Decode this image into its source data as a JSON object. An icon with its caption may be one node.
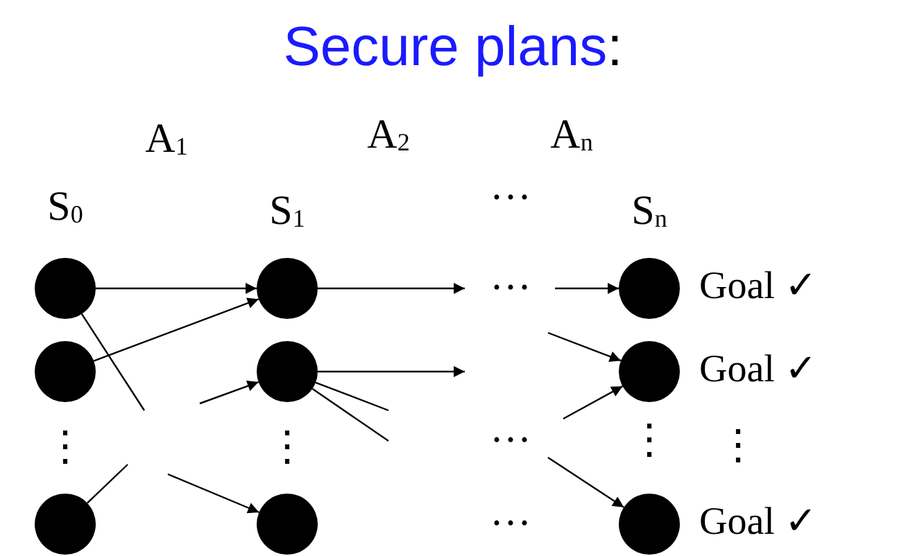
{
  "diagram": {
    "title": "Secure plans:",
    "nodes": [
      {
        "text": [],
        "shape": "circle"
      },
      {
        "text": [],
        "shape": "circle"
      },
      {
        "text": [],
        "shape": "circle"
      },
      {
        "text": [],
        "shape": "circle"
      },
      {
        "text": [],
        "shape": "circle"
      },
      {
        "text": [],
        "shape": "circle"
      },
      {
        "text": [],
        "shape": "circle",
        "beside": [
          "Goal ✓"
        ]
      },
      {
        "text": [],
        "shape": "circle",
        "beside": [
          "Goal ✓"
        ]
      },
      {
        "text": [],
        "shape": "circle",
        "beside": [
          "Goal ✓"
        ]
      }
    ],
    "edges": [
      {
        "from": 0,
        "to": 3,
        "arrow": "to"
      },
      {
        "from": 1,
        "to": 3,
        "arrow": "to"
      },
      {
        "from": 0,
        "to": null,
        "arrow": "none"
      },
      {
        "from": 2,
        "to": null,
        "arrow": "none"
      },
      {
        "from": null,
        "to": 4,
        "arrow": "to"
      },
      {
        "from": null,
        "to": 5,
        "arrow": "to"
      },
      {
        "from": 3,
        "to": null,
        "arrow": "to"
      },
      {
        "from": 4,
        "to": null,
        "arrow": "to"
      },
      {
        "from": 4,
        "to": null,
        "arrow": "none"
      },
      {
        "from": 4,
        "to": null,
        "arrow": "none"
      },
      {
        "from": null,
        "to": 6,
        "arrow": "to"
      },
      {
        "from": null,
        "to": 7,
        "arrow": "to"
      },
      {
        "from": null,
        "to": 7,
        "arrow": "to"
      },
      {
        "from": null,
        "to": 8,
        "arrow": "to"
      }
    ],
    "labels": [
      "A$_{1}$",
      "A$_{2}$",
      "A$_{n}$",
      "S$_{0}$",
      "S$_{1}$",
      "···",
      "S$_{n}$",
      "···",
      "···",
      "⋮",
      "⋮",
      "⋮",
      "⋮",
      "···"
    ]
  }
}
